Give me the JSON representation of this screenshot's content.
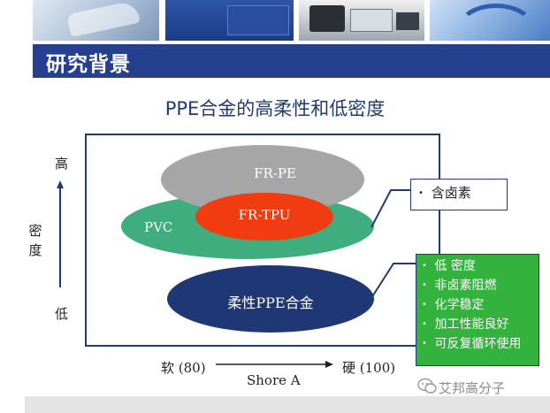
{
  "section_title": "研究背景",
  "slide_title": "PPE合金的高柔性和低密度",
  "y_axis": {
    "label": "密度",
    "high": "高",
    "low": "低"
  },
  "x_axis": {
    "soft": "软 (80)",
    "hard": "硬 (100)",
    "label": "Shore A"
  },
  "materials": {
    "fr_pe": "FR-PE",
    "pvc": "PVC",
    "fr_tpu": "FR-TPU",
    "ppe_alloy": "柔性PPE合金"
  },
  "note_box": {
    "items": [
      "含卤素"
    ]
  },
  "advantage_box": {
    "items": [
      "低 密度",
      "非卤素阻燃",
      "化学稳定",
      "加工性能良好",
      "可反复循环使用"
    ]
  },
  "watermark": "艾邦高分子",
  "colors": {
    "title_bar": "#25408f",
    "fr_pe": "#a6a6a6",
    "pvc": "#40ad7e",
    "fr_tpu": "#f03c10",
    "ppe_alloy": "#1f3775",
    "advantage_box": "#33b33e"
  }
}
